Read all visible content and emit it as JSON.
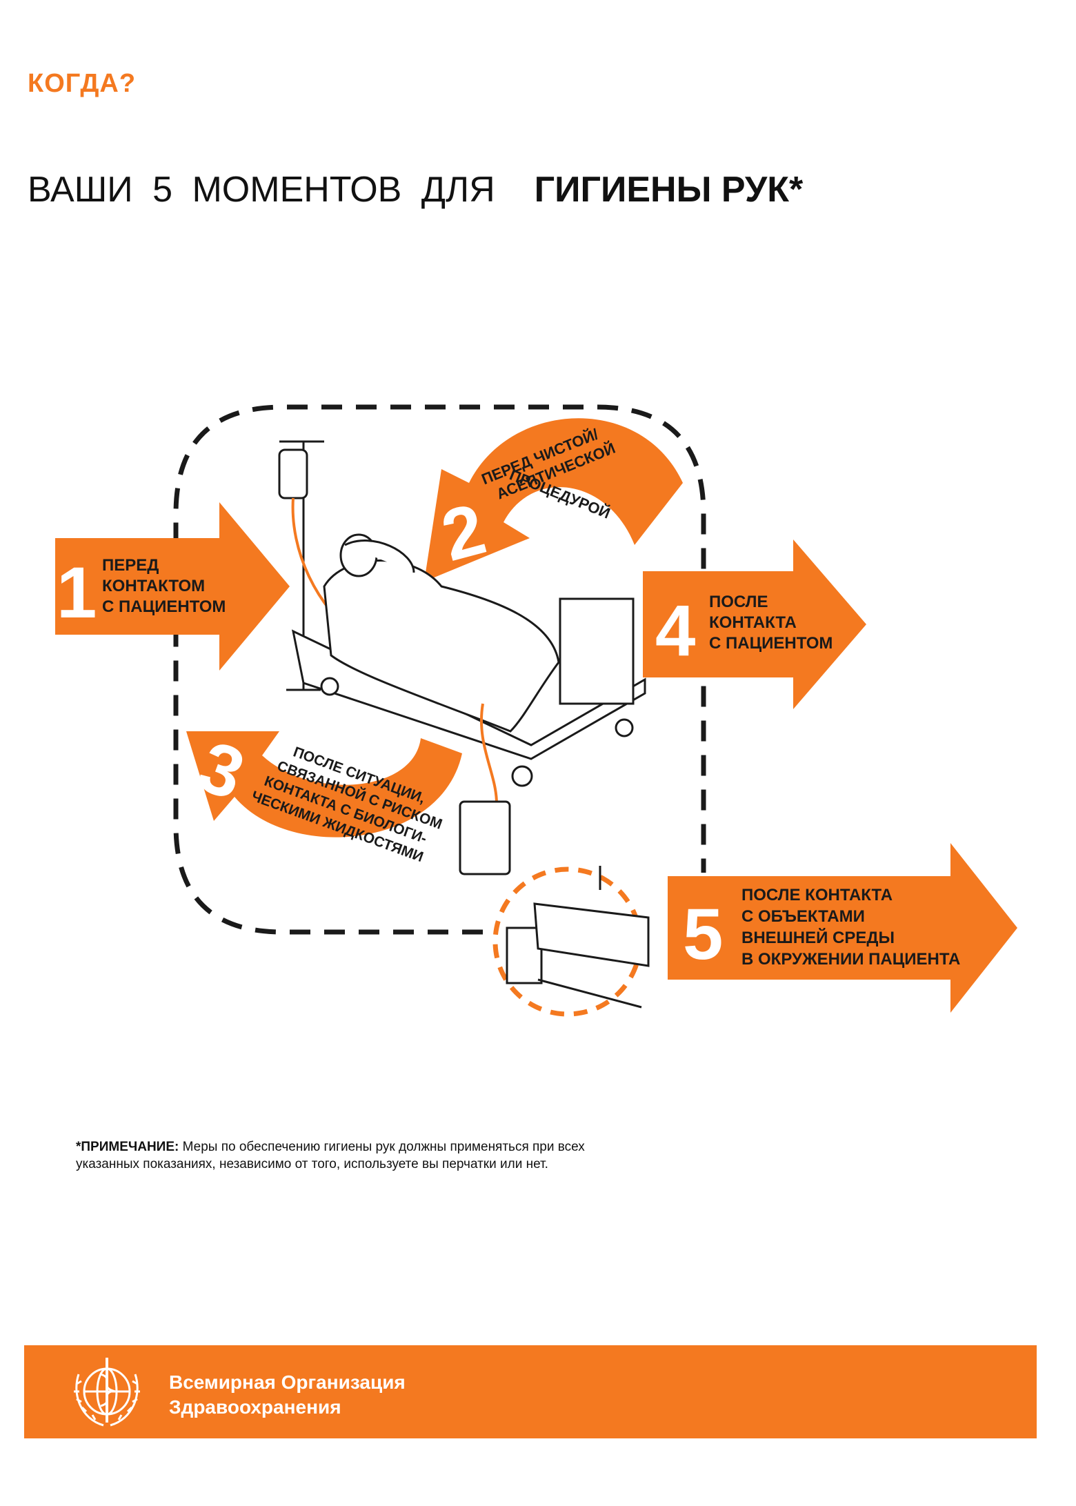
{
  "header": {
    "when": "КОГДА?",
    "title_regular": "ВАШИ 5 МОМЕНТОВ ДЛЯ",
    "title_bold": "ГИГИЕНЫ РУК*"
  },
  "moments": [
    {
      "number": "1",
      "lines": [
        "ПЕРЕД",
        "КОНТАКТОМ",
        "С ПАЦИЕНТОМ"
      ]
    },
    {
      "number": "2",
      "lines": [
        "ПЕРЕД ЧИСТОЙ/",
        "АСЕПТИЧЕСКОЙ",
        "ПРОЦЕДУРОЙ"
      ]
    },
    {
      "number": "3",
      "lines": [
        "ПОСЛЕ СИТУАЦИИ,",
        "СВЯЗАННОЙ С РИСКОМ",
        "КОНТАКТА С БИОЛОГИ-",
        "ЧЕСКИМИ ЖИДКОСТЯМИ"
      ]
    },
    {
      "number": "4",
      "lines": [
        "ПОСЛЕ",
        "КОНТАКТА",
        "С ПАЦИЕНТОМ"
      ]
    },
    {
      "number": "5",
      "lines": [
        "ПОСЛЕ КОНТАКТА",
        "С ОБЪЕКТАМИ",
        "ВНЕШНЕЙ СРЕДЫ",
        "В ОКРУЖЕНИИ ПАЦИЕНТА"
      ]
    }
  ],
  "note": {
    "label": "*ПРИМЕЧАНИЕ:",
    "text": " Меры по обеспечению гигиены рук должны применяться при всех указанных показаниях, независимо от того, используете вы перчатки или нет."
  },
  "footer": {
    "org_line1": "Всемирная Организация",
    "org_line2": "Здравоохранения"
  },
  "colors": {
    "accent": "#f47920",
    "text": "#111111",
    "white": "#ffffff"
  },
  "icons": {
    "logo": "who-emblem-icon"
  }
}
